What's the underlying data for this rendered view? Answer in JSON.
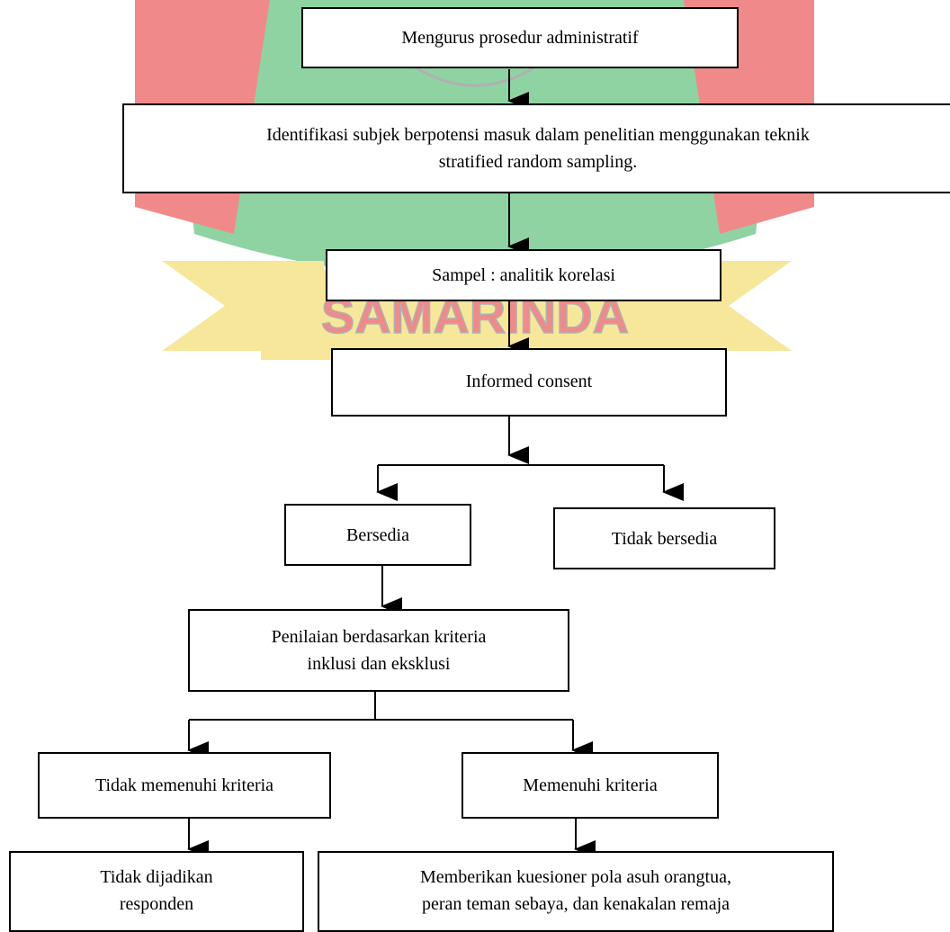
{
  "watermark": {
    "text": "SAMARINDA",
    "colors": {
      "green": "#8fd3a3",
      "red": "#f08a8a",
      "yellow": "#f6e79a",
      "outline": "#b0b0b0"
    }
  },
  "steps": {
    "administratif": "Mengurus prosedur administratif",
    "identifikasi_line1": "Identifikasi subjek berpotensi masuk dalam penelitian menggunakan teknik",
    "identifikasi_line2": "stratified random sampling.",
    "sampel": "Sampel : analitik korelasi",
    "consent": "Informed consent",
    "bersedia": "Bersedia",
    "tidak_bersedia": "Tidak bersedia",
    "penilaian_line1": "Penilaian berdasarkan kriteria",
    "penilaian_line2": "inklusi dan eksklusi",
    "tidak_memenuhi": "Tidak memenuhi kriteria",
    "memenuhi": "Memenuhi kriteria",
    "tidak_dijadikan_line1": "Tidak dijadikan",
    "tidak_dijadikan_line2": "responden",
    "memberikan_line1": "Memberikan kuesioner pola asuh orangtua,",
    "memberikan_line2": "peran teman sebaya, dan kenakalan remaja"
  }
}
